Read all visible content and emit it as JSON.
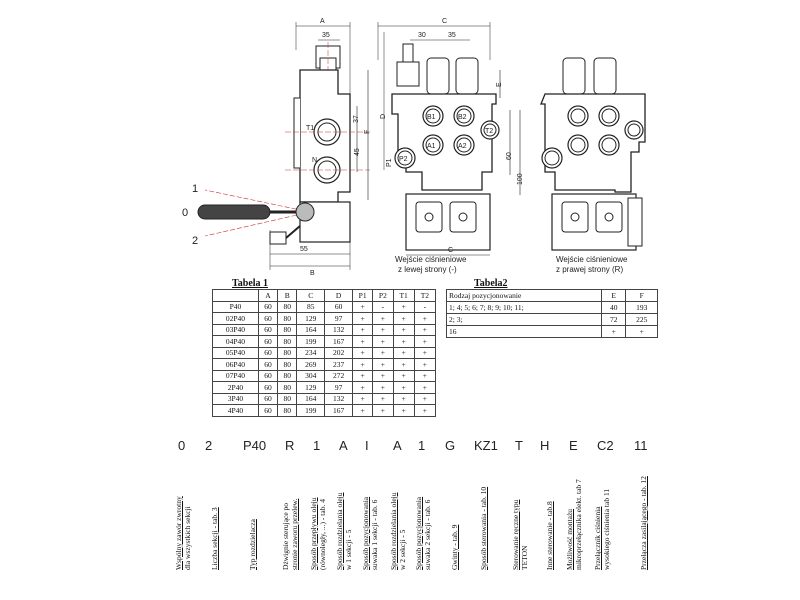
{
  "drawing": {
    "dims": {
      "A": "A",
      "B": "B",
      "C": "C",
      "D": "D",
      "E": "E",
      "F": "F",
      "d35a": "35",
      "d30": "30",
      "d35b": "35",
      "d37": "37",
      "d45": "45",
      "d55": "55",
      "d60": "60",
      "d100": "100"
    },
    "ports": {
      "T1": "T1",
      "N": "N",
      "B1": "B1",
      "B2": "B2",
      "A1": "A1",
      "A2": "A2",
      "P2": "P2",
      "T2": "T2",
      "P1": "P1"
    },
    "lever_positions": [
      "1",
      "0",
      "2"
    ],
    "caption_left": [
      "Wejście ciśnieniowe",
      "z lewej strony (-)"
    ],
    "caption_right": [
      "Wejście ciśnieniowe",
      "z prawej strony (R)"
    ]
  },
  "tabela1": {
    "title": "Tabela 1",
    "headers": [
      "",
      "A",
      "B",
      "C",
      "D",
      "P1",
      "P2",
      "T1",
      "T2"
    ],
    "rows": [
      [
        "P40",
        "60",
        "80",
        "85",
        "60",
        "+",
        "-",
        "+",
        "-"
      ],
      [
        "02P40",
        "60",
        "80",
        "129",
        "97",
        "+",
        "+",
        "+",
        "+"
      ],
      [
        "03P40",
        "60",
        "80",
        "164",
        "132",
        "+",
        "+",
        "+",
        "+"
      ],
      [
        "04P40",
        "60",
        "80",
        "199",
        "167",
        "+",
        "+",
        "+",
        "+"
      ],
      [
        "05P40",
        "60",
        "80",
        "234",
        "202",
        "+",
        "+",
        "+",
        "+"
      ],
      [
        "06P40",
        "60",
        "80",
        "269",
        "237",
        "+",
        "+",
        "+",
        "+"
      ],
      [
        "07P40",
        "60",
        "80",
        "304",
        "272",
        "+",
        "+",
        "+",
        "+"
      ],
      [
        "2P40",
        "60",
        "80",
        "129",
        "97",
        "+",
        "+",
        "+",
        "+"
      ],
      [
        "3P40",
        "60",
        "80",
        "164",
        "132",
        "+",
        "+",
        "+",
        "+"
      ],
      [
        "4P40",
        "60",
        "80",
        "199",
        "167",
        "+",
        "+",
        "+",
        "+"
      ]
    ]
  },
  "tabela2": {
    "title": "Tabela2",
    "headers": [
      "Rodzaj pozycjonowanie",
      "E",
      "F"
    ],
    "rows": [
      [
        "1; 4; 5; 6; 7; 8; 9; 10; 11;",
        "40",
        "193"
      ],
      [
        "2; 3;",
        "72",
        "225"
      ],
      [
        "16",
        "+",
        "+"
      ]
    ]
  },
  "code": [
    {
      "text": "0",
      "lines": [
        {
          "t": "Wspólny zawór zwrotny",
          "u": true
        },
        {
          "t": "dla wszystkich sekcji",
          "u": false
        }
      ]
    },
    {
      "text": "2",
      "lines": [
        {
          "t": "Liczba sekcji - tab. 3",
          "u": true
        }
      ]
    },
    {
      "text": "P40",
      "lines": [
        {
          "t": "Typ rozdzielacza",
          "u": true
        }
      ]
    },
    {
      "text": "R",
      "lines": [
        {
          "t": "Dźwignie sterujące po",
          "u": false
        },
        {
          "t": "stronie zaworu przelew.",
          "u": true
        }
      ]
    },
    {
      "text": "1",
      "lines": [
        {
          "t": "Sposób przepływu oleju",
          "u": true
        },
        {
          "t": "(równoległy, ...) - tab. 4",
          "u": false
        }
      ]
    },
    {
      "text": "A",
      "lines": [
        {
          "t": "Sposób rozdzielania oleju",
          "u": true
        },
        {
          "t": "w 1 sekcji - 5",
          "u": false
        }
      ]
    },
    {
      "text": "I",
      "lines": [
        {
          "t": "Sposób pozycjonowania",
          "u": true
        },
        {
          "t": "suwaka 1 sekcji - tab. 6",
          "u": false
        }
      ]
    },
    {
      "text": "A",
      "lines": [
        {
          "t": "Sposób rozdzielania oleju",
          "u": true
        },
        {
          "t": "w 2 sekcji - 5",
          "u": false
        }
      ]
    },
    {
      "text": "1",
      "lines": [
        {
          "t": "Sposób pozycjonowania",
          "u": true
        },
        {
          "t": "suwaka 2 sekcji - tab. 6",
          "u": false
        }
      ]
    },
    {
      "text": "G",
      "lines": [
        {
          "t": "Gwinty - tab. 9",
          "u": true
        }
      ]
    },
    {
      "text": "KZ1",
      "lines": [
        {
          "t": "Sposób sterowania - tab. 10",
          "u": true
        }
      ]
    },
    {
      "text": "T",
      "lines": [
        {
          "t": "Sterowanie ręczne typu",
          "u": true
        },
        {
          "t": "TETON",
          "u": false
        }
      ]
    },
    {
      "text": "H",
      "lines": [
        {
          "t": "Inne sterowanie - tab.8",
          "u": true
        }
      ]
    },
    {
      "text": "E",
      "lines": [
        {
          "t": "Możliwość montażu",
          "u": true
        },
        {
          "t": "mikroprzełącznika elekt. tab 7",
          "u": false
        }
      ]
    },
    {
      "text": "C2",
      "lines": [
        {
          "t": "Przełącznik ciśnienia",
          "u": true
        },
        {
          "t": "wysokiego ciśnienia tab 11",
          "u": false
        }
      ]
    },
    {
      "text": "11",
      "lines": [
        {
          "t": "Przełącza zasilającego - tab. 12",
          "u": true
        }
      ]
    }
  ]
}
